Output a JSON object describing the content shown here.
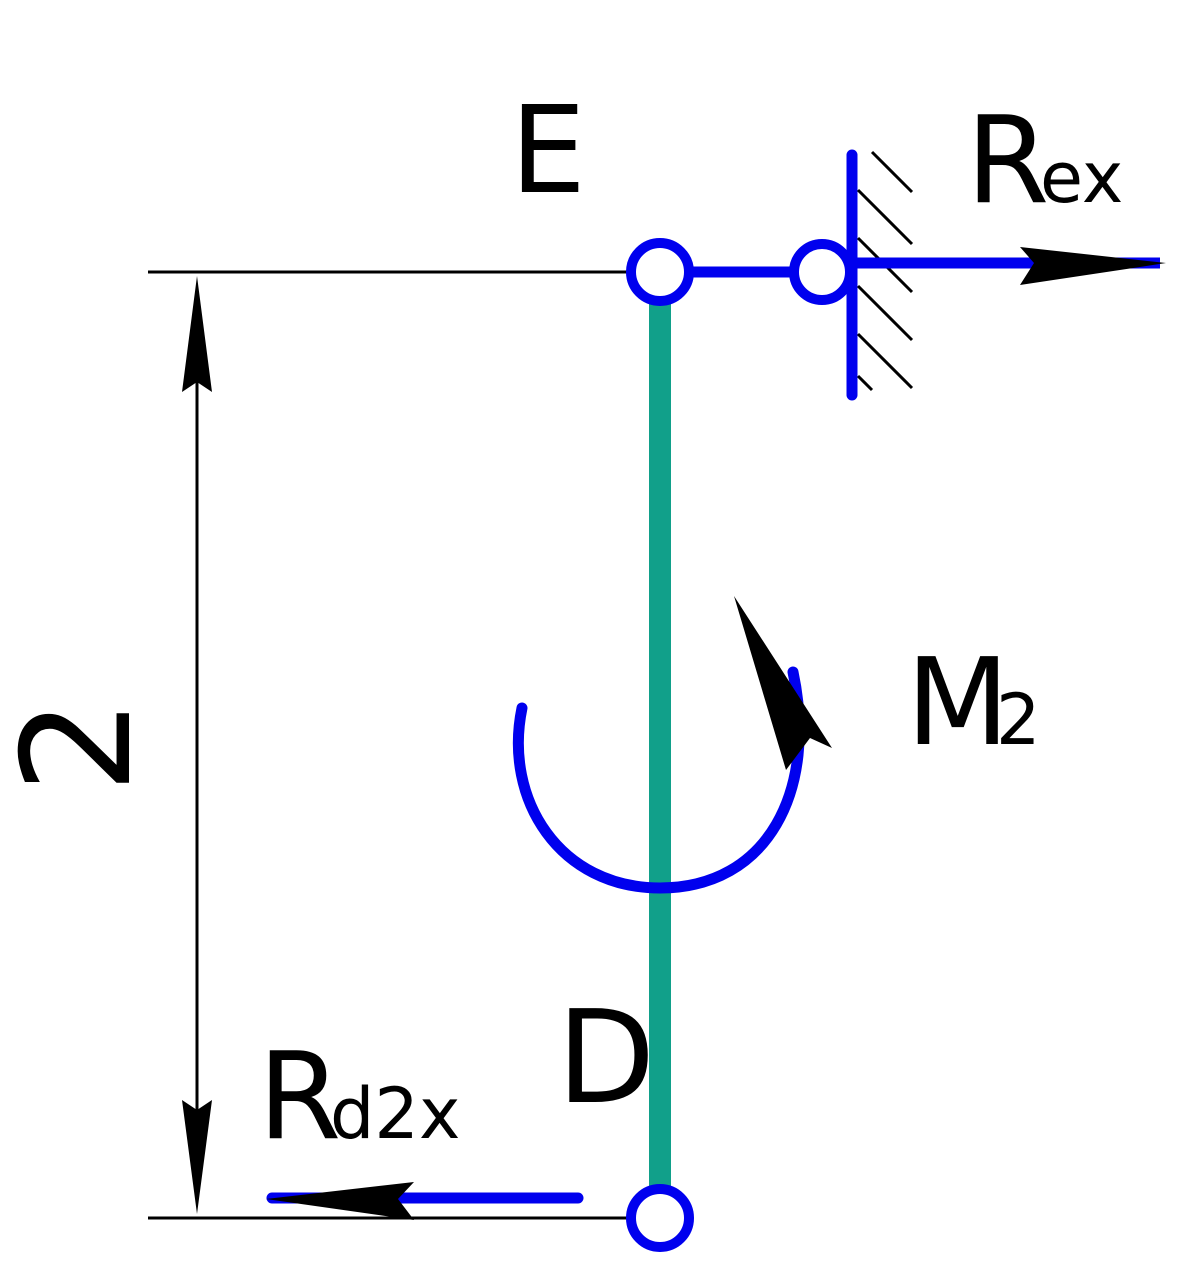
{
  "labels": {
    "point_e": "E",
    "point_d": "D",
    "reaction_e_main": "R",
    "reaction_e_sub": "ex",
    "moment_main": "M",
    "moment_sub": "2",
    "reaction_d_main": "R",
    "reaction_d_sub": "d2x",
    "dimension": "2"
  },
  "colors": {
    "member": "#11a08a",
    "force": "#0000ee",
    "line": "#000000",
    "background": "#ffffff"
  }
}
